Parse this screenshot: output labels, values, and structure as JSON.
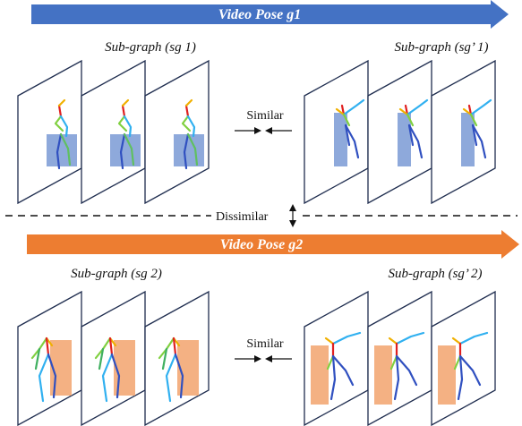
{
  "top": {
    "banner_label": "Video Pose g1",
    "banner_color": "#4472c4",
    "left_subgraph_label": "Sub-graph (sg 1)",
    "right_subgraph_label": "Sub-graph (sg’ 1)",
    "relation_label": "Similar",
    "box_color": "#8ea9db"
  },
  "divider": {
    "label": "Dissimilar"
  },
  "bottom": {
    "banner_label": "Video Pose g2",
    "banner_color": "#ed7d31",
    "left_subgraph_label": "Sub-graph (sg 2)",
    "right_subgraph_label": "Sub-graph (sg’ 2)",
    "relation_label": "Similar",
    "box_color": "#f4b183"
  }
}
